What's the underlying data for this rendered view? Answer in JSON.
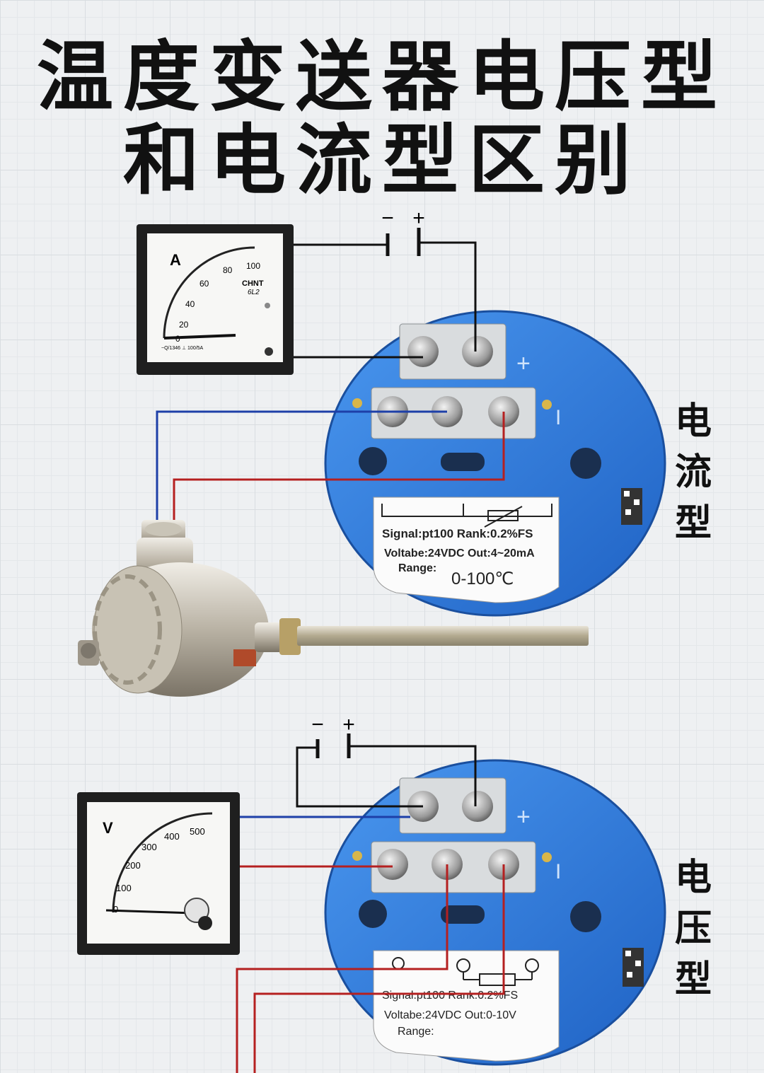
{
  "title": {
    "line1": "温度变送器电压型",
    "line2": "和电流型区别"
  },
  "labels": {
    "current_type": [
      "电",
      "流",
      "型"
    ],
    "voltage_type": [
      "电",
      "压",
      "型"
    ]
  },
  "battery": {
    "minus": "−",
    "plus": "+"
  },
  "ammeter": {
    "unit": "A",
    "scale": [
      "0",
      "20",
      "40",
      "60",
      "80",
      "100"
    ],
    "brand": "CHNT",
    "model": "6L2",
    "footer": "~Q/1346 ⊥ 100/5A"
  },
  "voltmeter": {
    "unit": "V",
    "scale": [
      "0",
      "100",
      "200",
      "300",
      "400",
      "500"
    ]
  },
  "transmitter_current": {
    "signal": "Signal:pt100 Rank:0.2%FS",
    "voltage": "Voltabe:24VDC Out:4~20mA",
    "range_label": "Range:",
    "range_value": "0-100℃",
    "terminal_plus": "+",
    "terminal_i": "I"
  },
  "transmitter_voltage": {
    "signal": "Signal:pt100  Rank:0.2%FS",
    "voltage": "Voltabe:24VDC    Out:0-10V",
    "range_label": "Range:",
    "terminal_plus": "+",
    "terminal_i": "I"
  },
  "colors": {
    "blue_body": "#2f7fe0",
    "wire_blue": "#1d3fa8",
    "wire_red": "#b52020",
    "wire_black": "#111111"
  }
}
